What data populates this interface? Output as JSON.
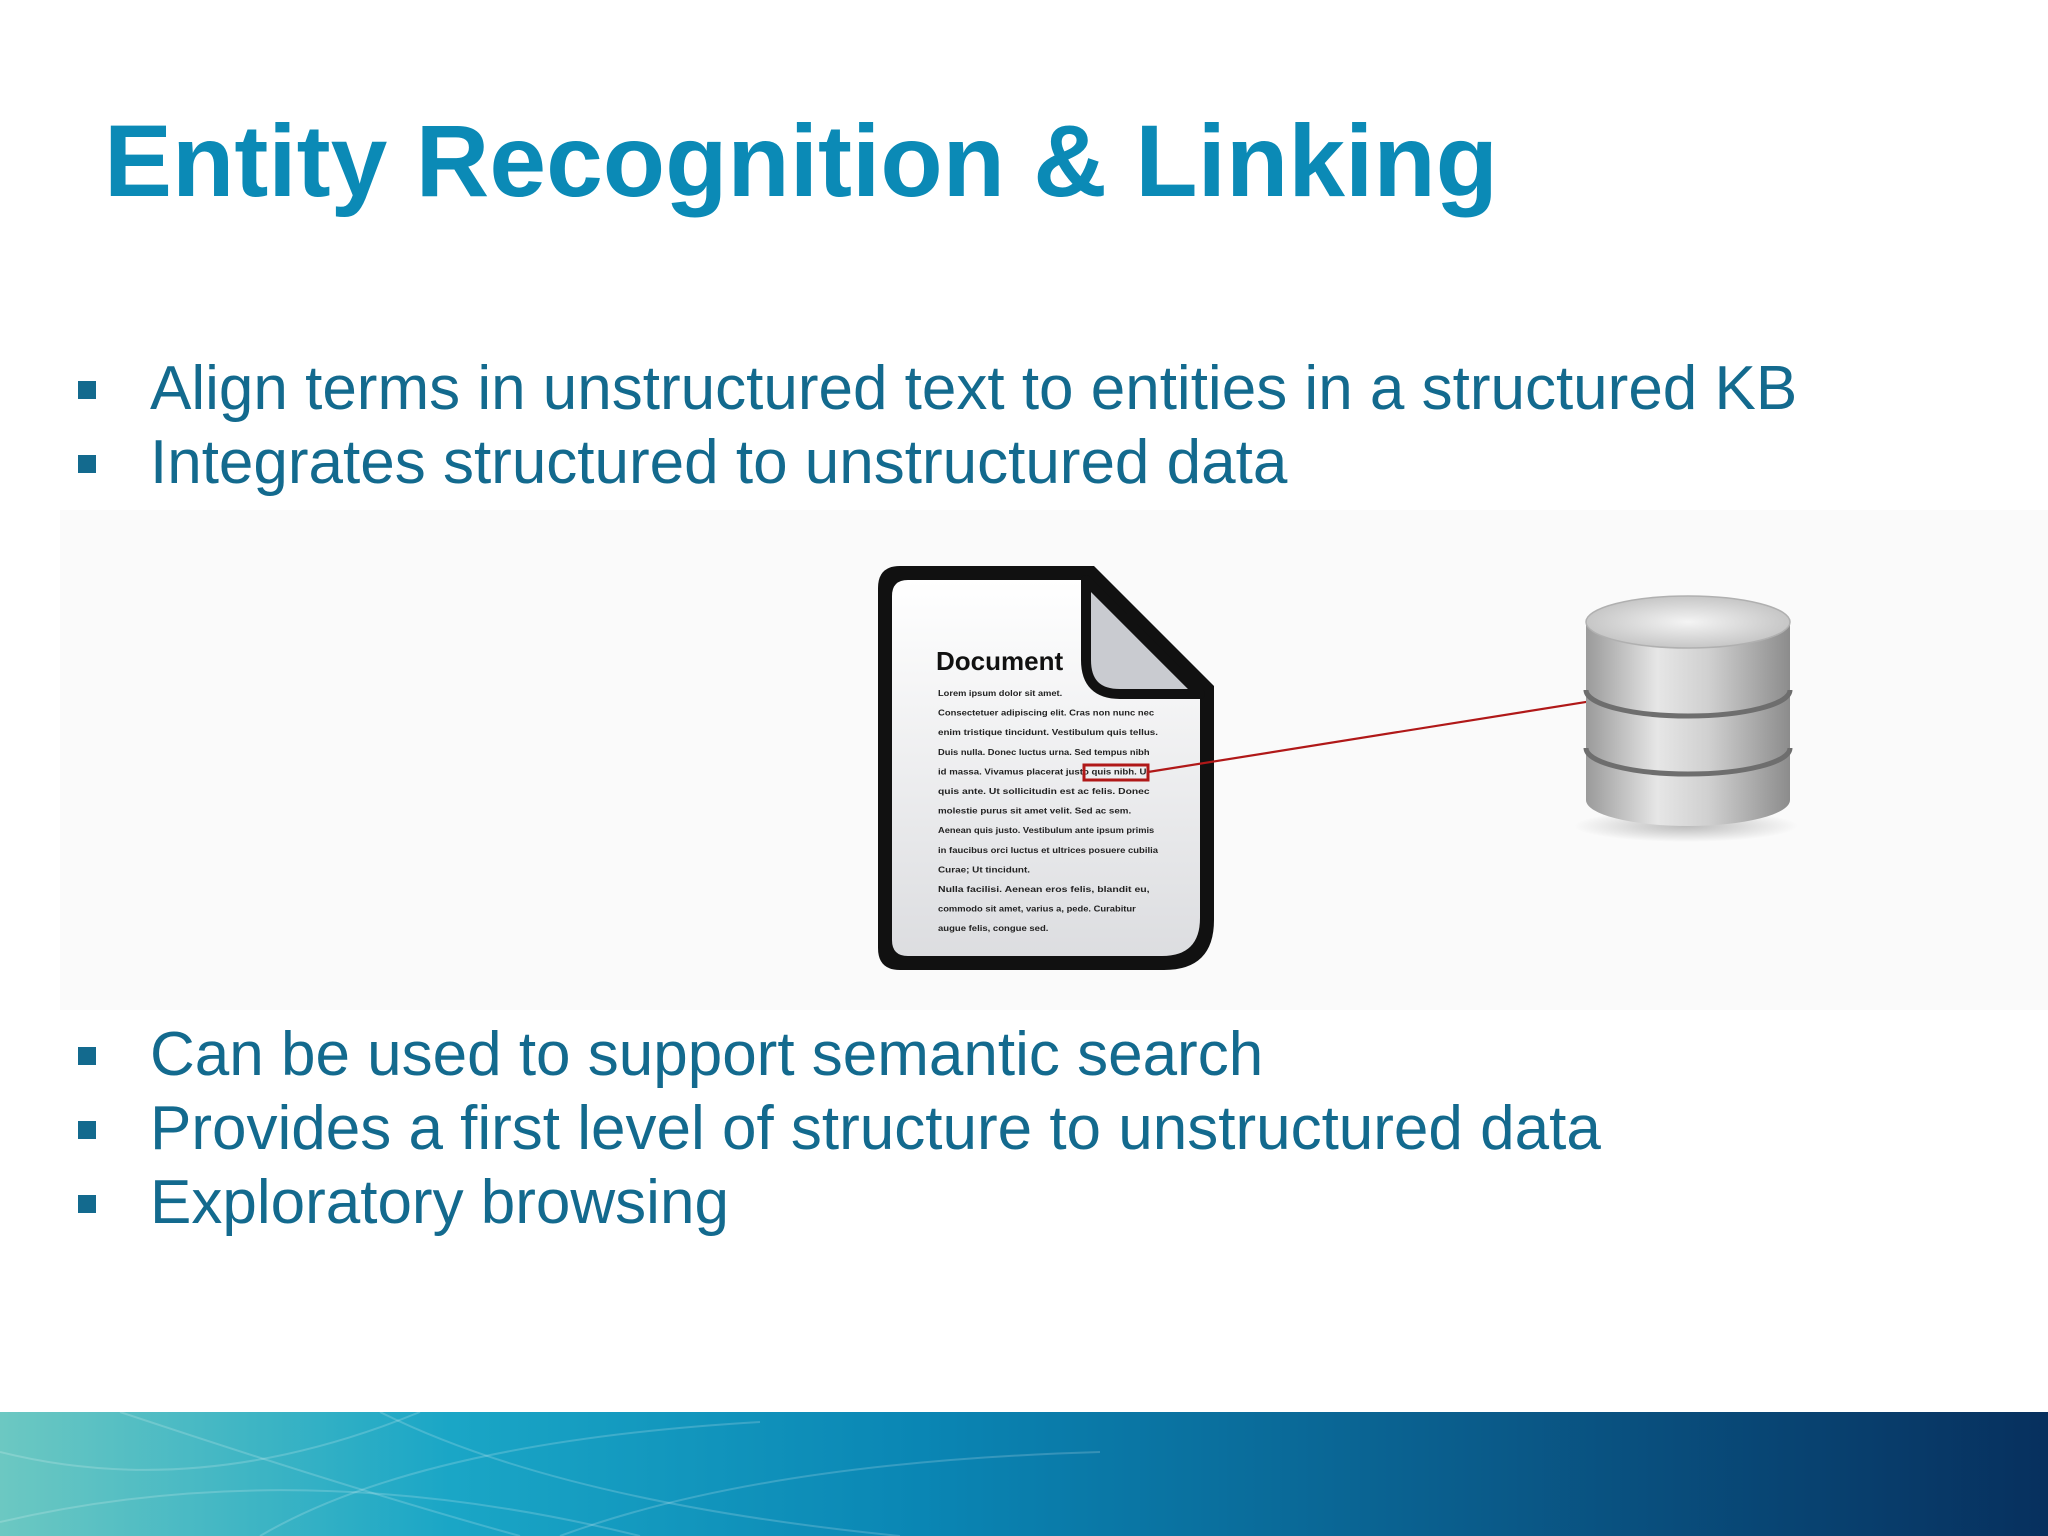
{
  "slide": {
    "title": "Entity Recognition & Linking",
    "bullets_top": [
      "Align terms in unstructured text to entities in a structured KB",
      "Integrates structured to unstructured data"
    ],
    "bullets_bottom": [
      "Can be used to support semantic search",
      "Provides a first level of structure to unstructured data",
      "Exploratory browsing"
    ]
  },
  "figure": {
    "document_title": "Document",
    "document_lines": [
      "Lorem ipsum dolor sit amet.",
      "Consectetuer adipiscing elit. Cras non nunc nec",
      "enim tristique tincidunt. Vestibulum quis tellus.",
      "Duis nulla. Donec luctus urna. Sed tempus nibh",
      "id massa. Vivamus placerat justo quis nibh. Ut",
      "quis ante. Ut sollicitudin est ac felis. Donec",
      "molestie purus sit amet velit. Sed ac sem.",
      "Aenean quis justo. Vestibulum ante ipsum primis",
      "in faucibus orci luctus et ultrices posuere cubilia",
      "Curae; Ut tincidunt.",
      "Nulla facilisi. Aenean eros felis, blandit eu,",
      "commodo sit amet, varius a, pede. Curabitur",
      "augue felis, congue sed."
    ],
    "colors": {
      "link_arrow": "#b01818",
      "highlight_box": "#b01818"
    }
  },
  "theme": {
    "title_color": "#0b8ab6",
    "text_color": "#136a8e"
  }
}
